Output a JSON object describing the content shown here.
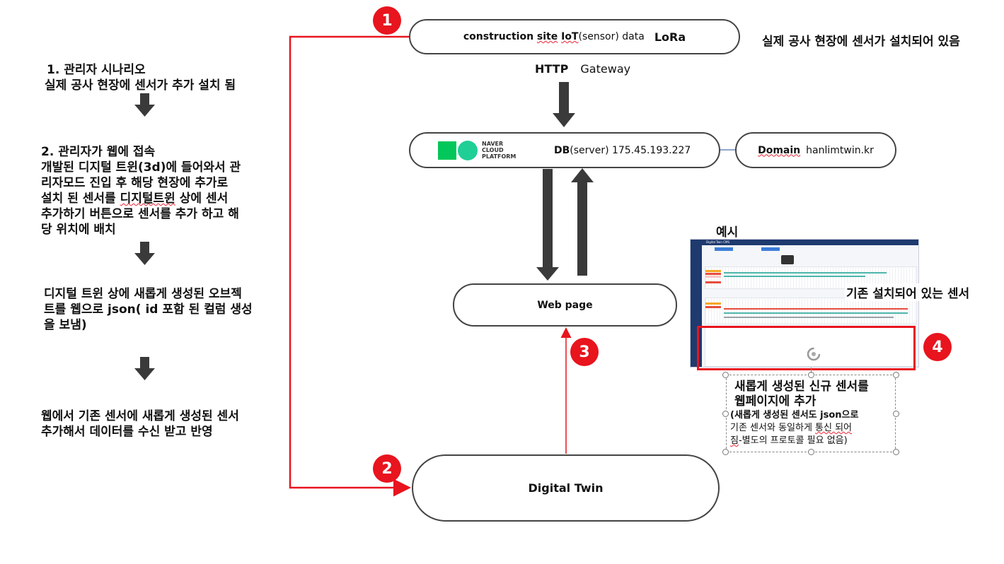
{
  "colors": {
    "accent_red": "#e8141e",
    "arrow_dark": "#3a3a3a",
    "border": "#444444"
  },
  "steps": {
    "step1_num": "1. 관리자 시나리오",
    "step1_text": "실제 공사 현장에 센서가  추가 설치 됨",
    "step2_num": "2. 관리자가 웹에 접속",
    "step2_line1": "개발된 디지털 트윈(3d)에 들어와서 관",
    "step2_line2": "리자모드 진입 후  해당 현장에 추가로",
    "step2_line3_a": "설치 된 센서를 ",
    "step2_line3_b": "디지털트윈",
    "step2_line3_c": " 상에  센서",
    "step2_line4": "추가하기 버튼으로 센서를 추가 하고 해",
    "step2_line5": "당 위치에  배치",
    "step3_line1": "디지털 트윈 상에 새롭게 생성된 오브젝",
    "step3_line2": "트를 웹으로 json( id 포함 된  컬럼 생성",
    "step3_line3": "을  보냄)",
    "step4_line1": "웹에서 기존 센서에 새롭게 생성된 센서",
    "step4_line2": "추가해서  데이터를 수신 받고 반영"
  },
  "badges": [
    "1",
    "2",
    "3",
    "4"
  ],
  "nodes": {
    "iot_a": "construction ",
    "iot_b": "site",
    "iot_c": "  ",
    "iot_d": "IoT",
    "iot_e": "(sensor) data",
    "iot_lora": "LoRa",
    "http": "HTTP",
    "gateway": "Gateway",
    "naver_1": "NAVER",
    "naver_2": "CLOUD",
    "naver_3": "PLATFORM",
    "db_a": "DB",
    "db_b": "(server) 175.45.193.227",
    "domain_a": "Domain",
    "domain_b": "hanlimtwin.kr",
    "webpage": "Web page",
    "digital_twin": "Digital Twin"
  },
  "notes": {
    "site_note": "실제 공사 현장에 센서가 설치되어 있음",
    "example": "예시",
    "existing_sensor": "기존 설치되어 있는 센서",
    "new_title_1": "새롭게 생성된 신규 센서를",
    "new_title_2": "웹페이지에 추가",
    "new_body_1": "(새롭게 생성된 센서도 json으로",
    "new_body_2_a": "기존 센서와 동일하게 ",
    "new_body_2_b": "통신 되어",
    "new_body_3_a": "짐",
    "new_body_3_b": "-별도의 프로토콜 필요 없음)"
  },
  "screenshot": {
    "app_title": "Digital Twin CMS"
  }
}
